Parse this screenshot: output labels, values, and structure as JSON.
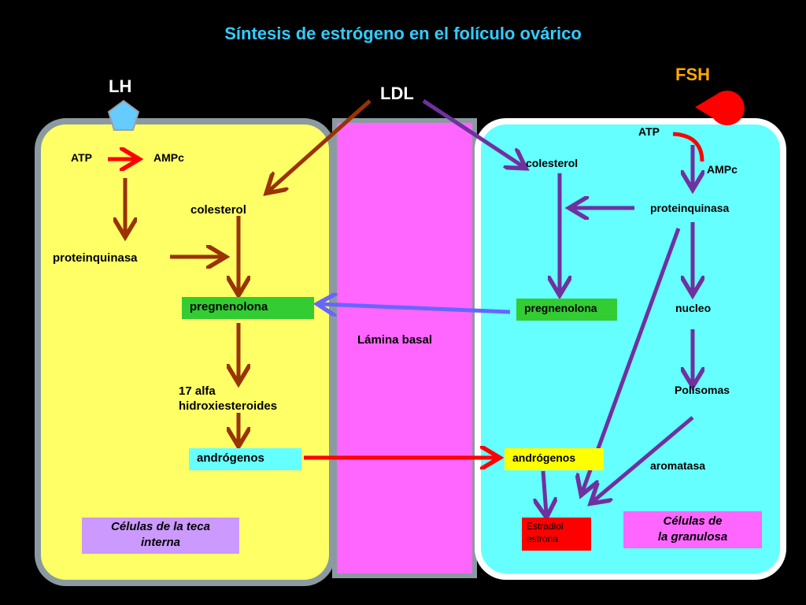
{
  "title": "Síntesis de estrógeno en el folículo ovárico",
  "hormones": {
    "lh": "LH",
    "ldl": "LDL",
    "fsh": "FSH"
  },
  "teca": {
    "atp": "ATP",
    "ampc": "AMPc",
    "colesterol": "colesterol",
    "proteinquinasa": "proteinquinasa",
    "pregnenolona": "pregnenolona",
    "hidroxi_line1": "17 alfa",
    "hidroxi_line2": "hidroxiesteroides",
    "androgenos": "andrógenos",
    "cell_label_line1": "Células de la teca",
    "cell_label_line2": "interna"
  },
  "lamina": {
    "label": "Lámina basal"
  },
  "granulosa": {
    "atp": "ATP",
    "ampc": "AMPc",
    "colesterol": "colesterol",
    "proteinquinasa": "proteinquinasa",
    "pregnenolona": "pregnenolona",
    "nucleo": "nucleo",
    "polisomas": "Polisomas",
    "aromatasa": "aromatasa",
    "androgenos": "andrógenos",
    "estradiol": "Estradiol",
    "estrona": "estrona",
    "cell_label_line1": "Células de",
    "cell_label_line2": "la granulosa"
  },
  "colors": {
    "teca_cell": "#ffff66",
    "granulosa_cell": "#66ffff",
    "lamina": "#ff66ff",
    "brown_arrow": "#993300",
    "purple_arrow": "#7030a0",
    "red_arrow": "#ff0000",
    "blue_arrow": "#6666ff",
    "receptor_lh": "#66ccff",
    "receptor_fsh": "#ff0000"
  },
  "icons": {
    "lh_receptor": "pentagon-receptor-icon",
    "fsh_receptor": "pacman-receptor-icon"
  }
}
